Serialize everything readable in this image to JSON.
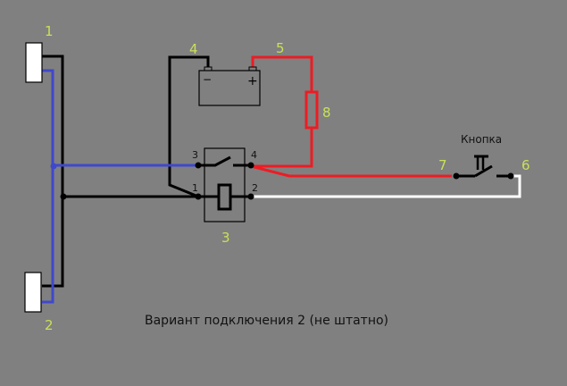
{
  "caption": "Вариант подключения 2 (не штатно)",
  "button_label": "Кнопка",
  "component_numbers": {
    "lamp_top": "1",
    "lamp_bottom": "2",
    "relay": "3",
    "battery_minus_wire": "4",
    "battery_plus_wire": "5",
    "button_out": "6",
    "button_in": "7",
    "resistor": "8"
  },
  "relay_pins": {
    "pin1": "1",
    "pin2": "2",
    "pin3": "3",
    "pin4": "4"
  },
  "battery": {
    "minus": "−",
    "plus": "+"
  },
  "colors": {
    "background": "#808080",
    "wire_black": "#000000",
    "wire_blue": "#3f48cc",
    "wire_red": "#ed1c24",
    "wire_white": "#ffffff",
    "number_label": "#c8e05a",
    "text_dark": "#111111"
  }
}
